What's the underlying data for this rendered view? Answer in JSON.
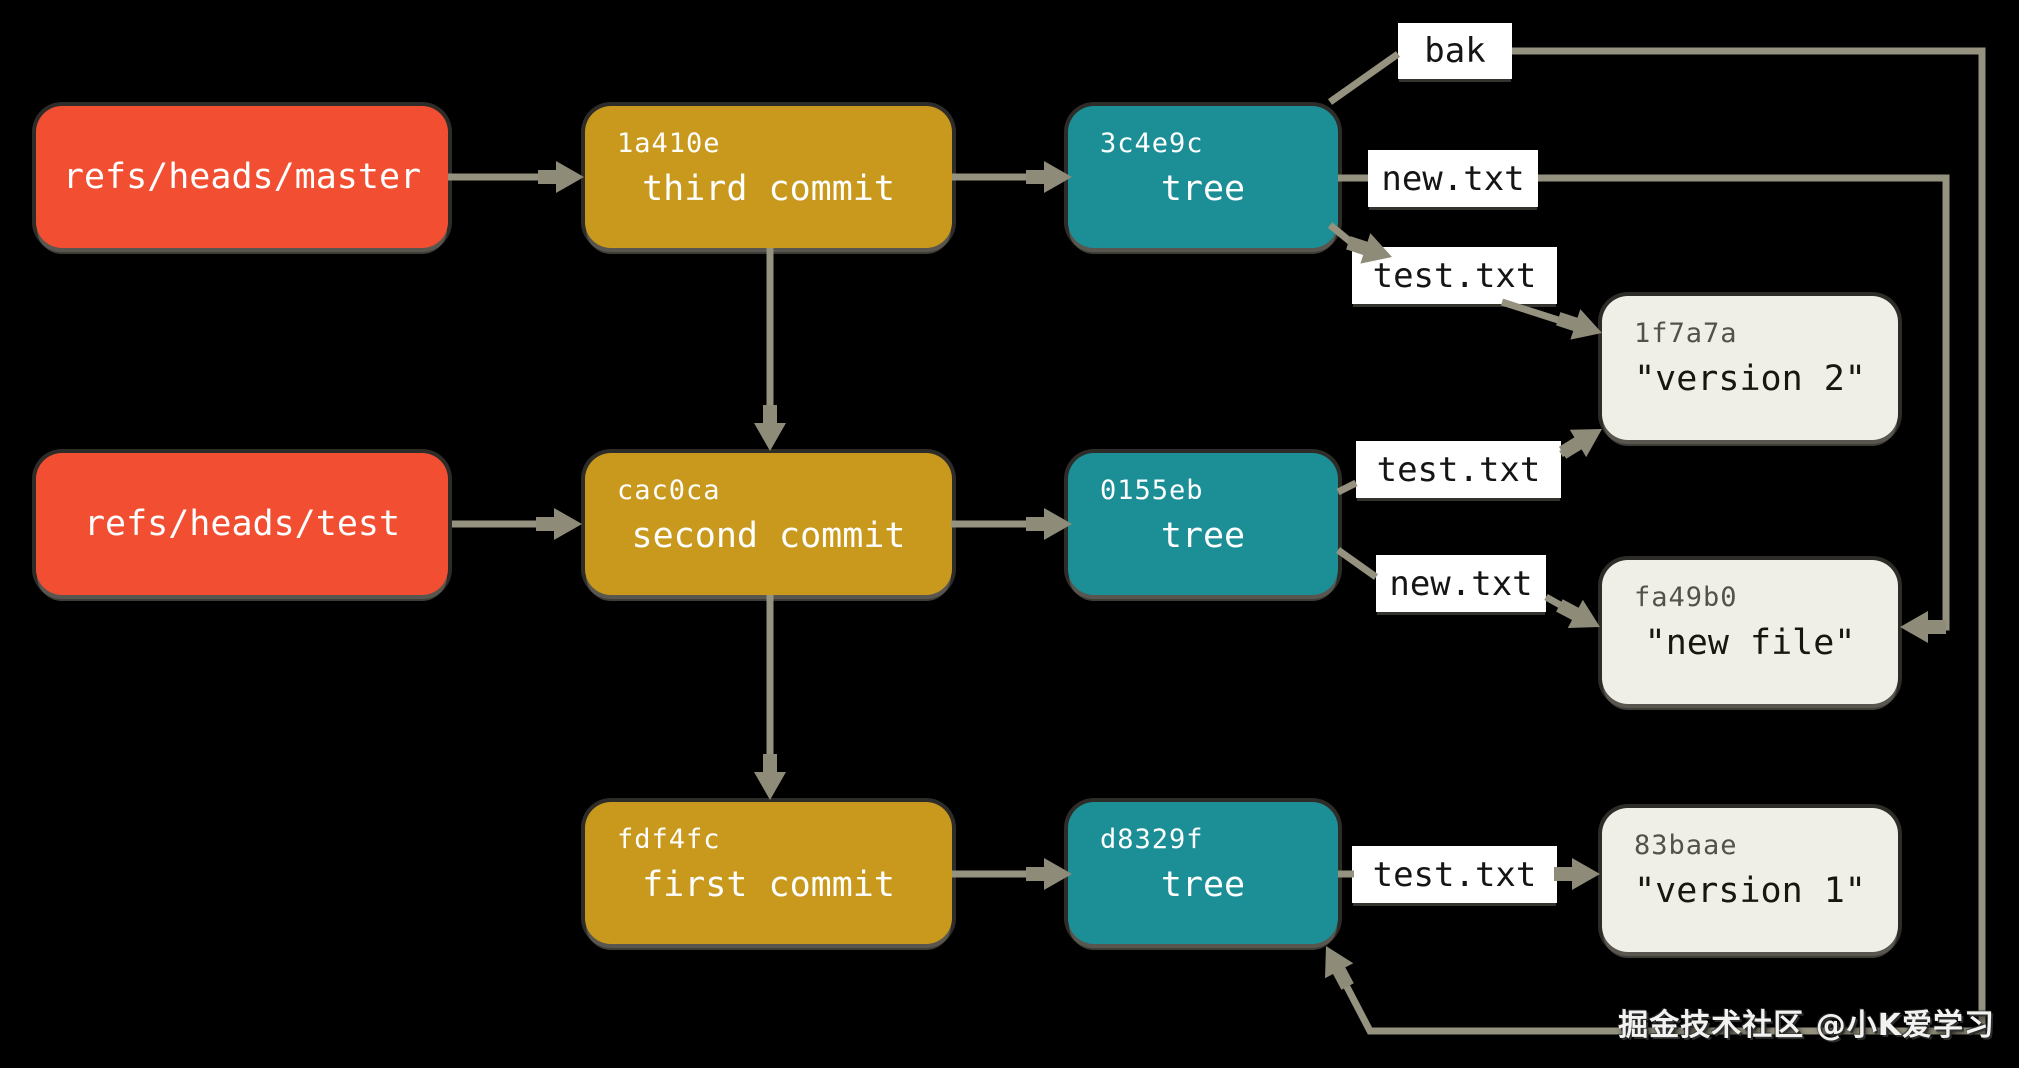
{
  "colors": {
    "ref_fill": "#f14e32",
    "commit_fill": "#c8991d",
    "tree_fill": "#1b8e96",
    "blob_fill": "#f0efe7",
    "label_bg": "#ffffff",
    "line": "#95927f",
    "arrow": "#8e8b79",
    "box_text": "#ffffff",
    "blob_hash": "#53524a",
    "blob_text": "#17170f",
    "label_text": "#151515",
    "bg": "#000000"
  },
  "nodes": {
    "ref_master": {
      "type": "ref",
      "label": "refs/heads/master"
    },
    "ref_test": {
      "type": "ref",
      "label": "refs/heads/test"
    },
    "commit_third": {
      "type": "commit",
      "hash": "1a410e",
      "label": "third commit"
    },
    "commit_second": {
      "type": "commit",
      "hash": "cac0ca",
      "label": "second commit"
    },
    "commit_first": {
      "type": "commit",
      "hash": "fdf4fc",
      "label": "first commit"
    },
    "tree_third": {
      "type": "tree",
      "hash": "3c4e9c",
      "label": "tree"
    },
    "tree_second": {
      "type": "tree",
      "hash": "0155eb",
      "label": "tree"
    },
    "tree_first": {
      "type": "tree",
      "hash": "d8329f",
      "label": "tree"
    },
    "blob_version2": {
      "type": "blob",
      "hash": "1f7a7a",
      "label": "\"version 2\""
    },
    "blob_newfile": {
      "type": "blob",
      "hash": "fa49b0",
      "label": "\"new file\""
    },
    "blob_version1": {
      "type": "blob",
      "hash": "83baae",
      "label": "\"version 1\""
    }
  },
  "edge_labels": {
    "bak": "bak",
    "new_txt_1": "new.txt",
    "test_txt_1": "test.txt",
    "test_txt_2": "test.txt",
    "new_txt_2": "new.txt",
    "test_txt_3": "test.txt"
  },
  "watermark": {
    "text": "掘金技术社区 @小K爱学习"
  }
}
